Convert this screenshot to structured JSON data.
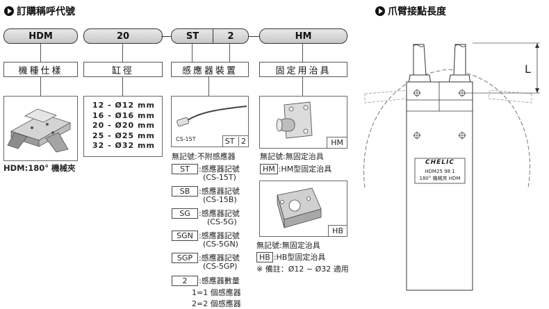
{
  "order_title": "訂購稱呼代號",
  "length_title": "爪臂接點長度",
  "code_parts": [
    "HDM",
    "20",
    "ST",
    "2",
    "HM"
  ],
  "headers": {
    "model": "機種仕樣",
    "bore": "缸徑",
    "sensor": "感應器裝置",
    "mount": "固定用治具"
  },
  "model_caption": "HDM:180° 機械夾",
  "bore_options": [
    "12 - Ø12 mm",
    "16 - Ø16 mm",
    "20 - Ø20 mm",
    "25 - Ø25 mm",
    "32 - Ø32 mm"
  ],
  "sensor_image": {
    "label": "CS-15T",
    "tag_code": "ST",
    "tag_count": "2"
  },
  "sensor_none": "無記號:不附感應器",
  "sensor_options": [
    {
      "code": "ST",
      "desc": "感應器記號",
      "model": "(CS-15T)"
    },
    {
      "code": "SB",
      "desc": "感應器記號",
      "model": "(CS-15B)"
    },
    {
      "code": "SG",
      "desc": "感應器記號",
      "model": "(CS-5G)"
    },
    {
      "code": "SGN",
      "desc": "感應器記號",
      "model": "(CS-5GN)"
    },
    {
      "code": "SGP",
      "desc": "感應器記號",
      "model": "(CS-5GP)"
    }
  ],
  "sensor_qty": {
    "code": "2",
    "desc": "感應器數量",
    "opt1": "1=1 個感應器",
    "opt2": "2=2 個感應器"
  },
  "mount_hm": {
    "tag": "HM",
    "none": "無記號:無固定治具",
    "code": "HM",
    "desc": ":HM型固定治具"
  },
  "mount_hb": {
    "tag": "HB",
    "none": "無記號:無固定治具",
    "code": "HB",
    "desc": ":HB型固定治具",
    "note": "※ 備註：Ø12 ~ Ø32 適用"
  },
  "gripper": {
    "dim_label": "L",
    "brand": "CHELIC",
    "model_line": "HDM25 98 1",
    "desc_line": "180° 機械夾 HDM"
  },
  "colors": {
    "pill_top": "#e9e9e9",
    "pill_bottom": "#c8c8c8",
    "line": "#333333",
    "watermark": "#f2c8c8"
  }
}
